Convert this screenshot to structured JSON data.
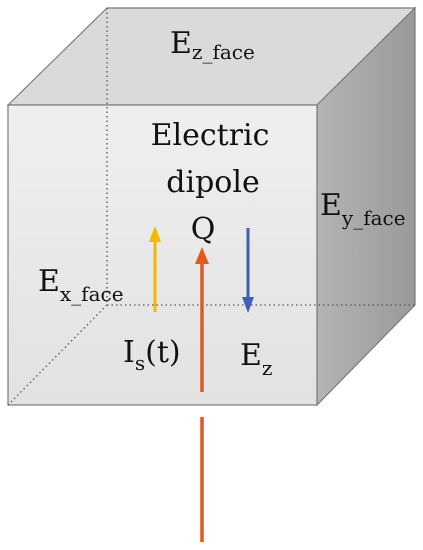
{
  "diagram": {
    "labels": {
      "z_face": {
        "main": "E",
        "sub": "z_face"
      },
      "y_face": {
        "main": "E",
        "sub": "y_face"
      },
      "x_face": {
        "main": "E",
        "sub": "x_face"
      },
      "dipole_line1": "Electric",
      "dipole_line2": "dipole",
      "charge": "Q",
      "current": {
        "main": "I",
        "sub": "s",
        "suffix": "(t)"
      },
      "field": {
        "main": "E",
        "sub": "z"
      }
    },
    "colors": {
      "front_face": "#e8e8e8",
      "top_face": "#d9d9d9",
      "side_face": "#a8a8a8",
      "edge": "#7a7a7a",
      "hidden_edge": "#555555",
      "current_arrow": "#f5b800",
      "dipole_arrow": "#e2581e",
      "field_arrow": "#3f5fb0",
      "wire": "#e2581e"
    }
  }
}
